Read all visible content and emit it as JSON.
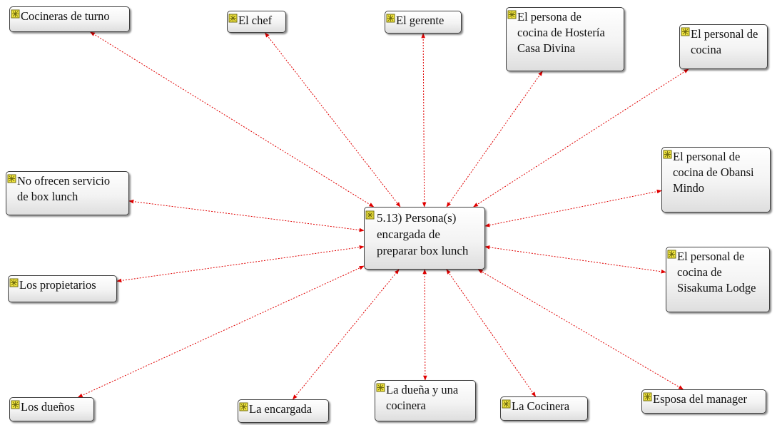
{
  "diagram": {
    "center": {
      "label": "5.13) Persona(s)\nencargada de\npreparar box lunch"
    },
    "nodes": [
      {
        "id": "cocineras",
        "label": "Cocineras de turno"
      },
      {
        "id": "chef",
        "label": "El chef"
      },
      {
        "id": "gerente",
        "label": "El gerente"
      },
      {
        "id": "hosteria",
        "label": "El persona de\ncocina de Hostería\nCasa Divina"
      },
      {
        "id": "personal",
        "label": "El personal de\ncocina"
      },
      {
        "id": "obansi",
        "label": "El personal de\ncocina de Obansi\nMindo"
      },
      {
        "id": "sisakuma",
        "label": "El personal de\ncocina de\nSisakuma Lodge"
      },
      {
        "id": "esposa",
        "label": "Esposa del manager"
      },
      {
        "id": "cocinera",
        "label": "La Cocinera"
      },
      {
        "id": "duena",
        "label": "La dueña y una\ncocinera"
      },
      {
        "id": "encargada",
        "label": "La encargada"
      },
      {
        "id": "duenos",
        "label": "Los dueños"
      },
      {
        "id": "propietarios",
        "label": "Los propietarios"
      },
      {
        "id": "noofrecen",
        "label": "No ofrecen servicio\nde box lunch"
      }
    ],
    "icon": "code-node-icon",
    "colors": {
      "link": "#e00000",
      "icon_fill": "#f2e640",
      "icon_stroke": "#6f6a10",
      "node_border": "#3f3f3f"
    }
  }
}
